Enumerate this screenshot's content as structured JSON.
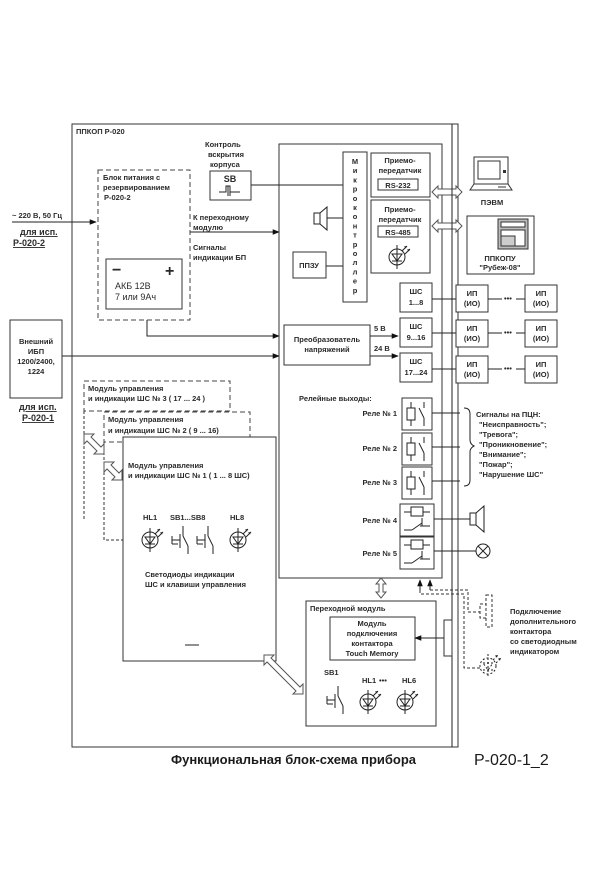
{
  "title": {
    "main": "Функциональная блок-схема прибора",
    "model": "Р-020-1_2"
  },
  "device": {
    "label": "ППКОП Р-020"
  },
  "power_input": {
    "ac_label": "~ 220 В, 50 Гц",
    "for_label": "для исп.",
    "variant": "Р-020-2"
  },
  "ups": {
    "lines": [
      "Внешний",
      "ИБП",
      "1200/2400,",
      "1224"
    ],
    "for_label": "для исп.",
    "variant": "Р-020-1"
  },
  "psu": {
    "lines": [
      "Блок питания с",
      "резервированием",
      "Р-020-2"
    ],
    "battery": {
      "minus": "−",
      "plus": "+",
      "line1": "АКБ 12В",
      "line2": "7 или 9Ач"
    },
    "to_transition_lines": [
      "К переходному",
      "модулю"
    ],
    "signals_lines": [
      "Сигналы",
      "индикации БП"
    ]
  },
  "tamper": {
    "lines": [
      "Контроль",
      "вскрытия",
      "корпуса"
    ],
    "switch": "SB"
  },
  "mcu": {
    "letters": [
      "М",
      "и",
      "к",
      "р",
      "о",
      "к",
      "о",
      "н",
      "т",
      "р",
      "о",
      "л",
      "л",
      "е",
      "р"
    ]
  },
  "eeprom": {
    "label": "ППЗУ"
  },
  "transceivers": [
    {
      "lines": [
        "Приемо-",
        "передатчик"
      ],
      "iface": "RS-232"
    },
    {
      "lines": [
        "Приемо-",
        "передатчик"
      ],
      "iface": "RS-485"
    }
  ],
  "external": {
    "pc": "ПЭВМ",
    "panel_lines": [
      "ППКОПУ",
      "\"Рубеж-08\""
    ]
  },
  "converter": {
    "lines": [
      "Преобразователь",
      "напряжений"
    ],
    "out_5v": "5 В",
    "out_24v": "24 В"
  },
  "loops": [
    {
      "lines": [
        "ШС",
        "1...8"
      ],
      "ip_lines": [
        "ИП",
        "(ИО)"
      ]
    },
    {
      "lines": [
        "ШС",
        "9...16"
      ],
      "ip_lines": [
        "ИП",
        "(ИО)"
      ]
    },
    {
      "lines": [
        "ШС",
        "17...24"
      ],
      "ip_lines": [
        "ИП",
        "(ИО)"
      ]
    }
  ],
  "relays": {
    "header": "Релейные выходы:",
    "items": [
      "Реле № 1",
      "Реле № 2",
      "Реле № 3",
      "Реле № 4",
      "Реле № 5"
    ]
  },
  "pcn_signals": {
    "header": "Сигналы на ПЦН:",
    "items": [
      "\"Неисправность\";",
      "\"Тревога\";",
      "\"Проникновение\";",
      "\"Внимание\";",
      "\"Пожар\";",
      "\"Нарушение ШС\""
    ]
  },
  "modules": {
    "m3": [
      "Модуль управления",
      "и индикации ШС № 3 ( 17 ... 24 )"
    ],
    "m2": [
      "Модуль управления",
      "и индикации ШС № 2 ( 9 ... 16)"
    ],
    "m1": [
      "Модуль управления",
      "и индикации ШС № 1 ( 1 ... 8 ШС)"
    ],
    "hl_first": "HL1",
    "sb_range": "SB1...SB8",
    "hl_last": "HL8",
    "caption": [
      "Светодиоды индикации",
      "ШС и клавиши управления"
    ]
  },
  "transition": {
    "label": "Переходной модуль",
    "tm_lines": [
      "Модуль",
      "подключения",
      "контактора",
      "Touch Memory"
    ],
    "sb": "SB1",
    "hl_first": "HL1",
    "hl_last": "HL6",
    "dots": "•••"
  },
  "extra_contactor": {
    "lines": [
      "Подключение",
      "дополнительного",
      "контактора",
      "со светодиодным",
      "индикатором"
    ]
  }
}
